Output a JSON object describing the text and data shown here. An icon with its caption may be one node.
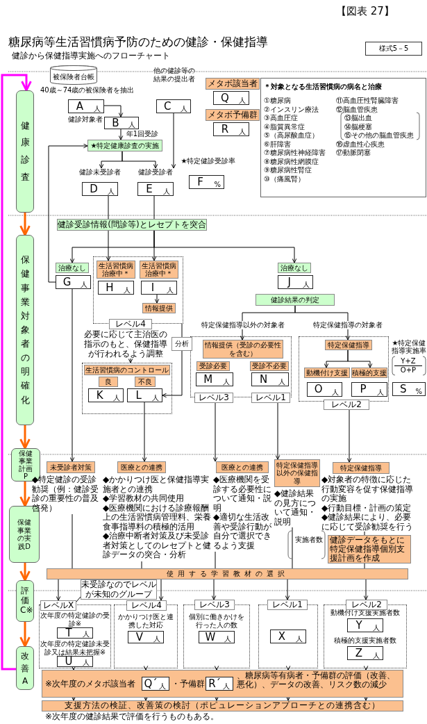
{
  "diagram": {
    "title": "糖尿病等生活習慣病予防のための健診・保健指導",
    "nodes": [
      {
        "text": [
          "様式5－5"
        ]
      },
      {
        "text": [
          "健康診査"
        ]
      },
      {
        "text": [
          "保健事業対象者の明確化"
        ]
      },
      {
        "text": [
          "保健事業計画P"
        ]
      },
      {
        "text": [
          "保健事業の実践D"
        ]
      },
      {
        "text": [
          "評価C※"
        ]
      },
      {
        "text": [
          "改善A"
        ]
      },
      {
        "text": [
          "被保険者台帳"
        ],
        "beside": [
          "40歳～74歳の被保険者を抽出"
        ]
      },
      {
        "text": [
          "他の健診等の結果の提出者",
          "C",
          "人"
        ]
      },
      {
        "text": [
          "メタボ該当者"
        ]
      },
      {
        "text": [
          "Q",
          "人"
        ]
      },
      {
        "text": [
          "メタボ予備群"
        ]
      },
      {
        "text": [
          "R",
          "人"
        ]
      },
      {
        "text": [
          "＊対象となる生活習慣病の病名と治療",
          "①糖尿病",
          "②インスリン療法",
          "③高血圧症",
          "④脂質異常症",
          "⑤（高尿酸血症）",
          "⑥肝障害",
          "⑦糖尿病性神経障害",
          "⑧糖尿病性網膜症",
          "⑨糖尿病性腎症",
          "⑩（痛風腎）",
          "⑪高血圧性腎臓障害",
          "⑫脳血管疾患",
          "⑬脳出血",
          "⑭脳梗塞",
          "⑮その他の脳血管疾患",
          "⑯虚血性心疾患",
          "⑰動脈閉塞"
        ]
      },
      {
        "text": [
          "A",
          "人"
        ]
      },
      {
        "text": [
          "B",
          "人"
        ],
        "beside": [
          "健診対象者"
        ]
      },
      {
        "text": [
          "★特定健康診査の実施"
        ]
      },
      {
        "text": [
          "★特定健診受診率",
          "F",
          "%"
        ]
      },
      {
        "text": [
          "健診未受診者",
          "D",
          "人"
        ]
      },
      {
        "text": [
          "健診受診者",
          "E",
          "人"
        ]
      },
      {
        "text": [
          "健診受診情報(問診等)とレセプトを突合"
        ]
      },
      {
        "text": [
          "治療なし"
        ]
      },
      {
        "text": [
          "G",
          "人"
        ]
      },
      {
        "text": [],
        "shape": "box"
      },
      {
        "text": [
          "生活習慣病治療中＊"
        ],
        "in": 23
      },
      {
        "text": [
          "生活習慣病治療中＊"
        ],
        "in": 23
      },
      {
        "text": [
          "H",
          "人"
        ],
        "in": 23
      },
      {
        "text": [
          "I",
          "人"
        ],
        "in": 23
      },
      {
        "text": [
          "情報提供"
        ],
        "in": 23
      },
      {
        "text": [
          "レベル4"
        ]
      },
      {
        "text": [
          "治療なし"
        ]
      },
      {
        "text": [
          "J",
          "人"
        ]
      },
      {
        "text": [
          "健診結果の判定"
        ]
      },
      {
        "text": [],
        "shape": "box"
      },
      {
        "text": [
          "生活習慣病のコントロール"
        ],
        "in": 33
      },
      {
        "text": [
          "良"
        ],
        "in": 33
      },
      {
        "text": [
          "不良"
        ],
        "in": 33
      },
      {
        "text": [
          "K",
          "人"
        ],
        "in": 33
      },
      {
        "text": [
          "L",
          "人"
        ],
        "in": 33
      },
      {
        "text": [],
        "shape": "box"
      },
      {
        "text": [
          "情報提供（受診の必要性を含む）"
        ],
        "in": 39
      },
      {
        "text": [
          "受診必要"
        ],
        "in": 39
      },
      {
        "text": [
          "受診不必要"
        ],
        "in": 39
      },
      {
        "text": [
          "M",
          "人"
        ],
        "in": 39
      },
      {
        "text": [
          "N",
          "人"
        ],
        "in": 39
      },
      {
        "text": [
          "レベル3"
        ]
      },
      {
        "text": [
          "レベル1"
        ]
      },
      {
        "text": [],
        "shape": "box"
      },
      {
        "text": [
          "特定保健指導"
        ],
        "in": 47
      },
      {
        "text": [
          "動機付け支援"
        ],
        "in": 47
      },
      {
        "text": [
          "積極的支援"
        ],
        "in": 47
      },
      {
        "text": [
          "O",
          "人"
        ],
        "in": 47
      },
      {
        "text": [
          "P",
          "人"
        ],
        "in": 47
      },
      {
        "text": [
          "レベル2"
        ]
      },
      {
        "text": [
          "S",
          "%"
        ]
      },
      {
        "text": [
          "未受診者対策"
        ],
        "beside": [
          "◆特定健診の受診勧奨（例：健診受診の重要性の普及啓発）"
        ]
      },
      {
        "text": [
          "医療との連携"
        ],
        "beside": [
          "◆かかりつけ医と保健指導実施者との連携",
          "◆学習教材の共同使用",
          "◆医療機関における診療報酬上の生活習慣病管理料、栄養食事指導料の積極的活用",
          "◆治療中断者対策及び未受診者対策としてのレセプトと健診データの突合・分析"
        ]
      },
      {
        "text": [
          "医療との連携"
        ],
        "beside": [
          "◆医療機関を受診する必要性について通知・説明",
          "◆適切な生活改善や受診行動が自分で選択できるよう支援"
        ]
      },
      {
        "text": [
          "特定保健指導以外の保健指導"
        ],
        "beside": [
          "◆健診結果の見方について通知・説明"
        ]
      },
      {
        "text": [
          "特定保健指導"
        ],
        "beside": [
          "◆対象者の特徴に応じた行動変容を促す保健指導の実施",
          "◆行動目標・計画の策定",
          "◆健診結果により、必要に応じて受診勧奨を行う"
        ]
      },
      {
        "text": [
          "健診データをもとに特定保健指導個別支援計画を作成"
        ]
      },
      {
        "text": [
          "使用する学習教材の選択"
        ]
      },
      {
        "text": [
          "未受診なのでレベルが未知のグループ"
        ]
      },
      {
        "text": [
          "レベルX"
        ]
      },
      {
        "text": [],
        "shape": "box"
      },
      {
        "text": [
          "次年度の特定健診の受診※",
          "T",
          "人"
        ],
        "in": 64
      },
      {
        "text": [
          "次年度の特定健診未受診又は結果未把握※",
          "U",
          "人"
        ],
        "in": 64
      },
      {
        "text": [
          "レベル4"
        ]
      },
      {
        "text": [],
        "shape": "box"
      },
      {
        "text": [
          "かかりつけ医と連携した対応",
          "V",
          "人"
        ],
        "in": 68
      },
      {
        "text": [
          "レベル3"
        ]
      },
      {
        "text": [],
        "shape": "box"
      },
      {
        "text": [
          "個別に働きかけを行った人の数",
          "W",
          "人"
        ],
        "in": 71
      },
      {
        "text": [
          "レベル1"
        ]
      },
      {
        "text": [],
        "shape": "box"
      },
      {
        "text": [
          "X",
          "人"
        ],
        "in": 74
      },
      {
        "text": [
          "レベル2"
        ]
      },
      {
        "text": [],
        "shape": "box"
      },
      {
        "text": [
          "動機付け支援実施者数",
          "Y",
          "人"
        ],
        "in": 77
      },
      {
        "text": [
          "積極的支援実施者数",
          "Z",
          "人"
        ],
        "in": 77
      },
      {
        "text": [
          "※次年度のメタボ該当者",
          "・予備群",
          "、糖尿病等有病者・予備群の評価（改善、悪化）、データの改善、リスク数の減少"
        ]
      },
      {
        "text": [
          "Q´",
          "人"
        ],
        "in": 80
      },
      {
        "text": [
          "R´",
          "人"
        ],
        "in": 80
      },
      {
        "text": [
          "支援方法の検証、改善策の検討（ポピュレーションアプローチとの連携含む）"
        ]
      }
    ],
    "edges": [
      {
        "from": 1,
        "to": 2,
        "arrow": "to",
        "style": "thick",
        "color": "#ff6600"
      },
      {
        "from": 2,
        "to": 3,
        "arrow": "to",
        "style": "thick",
        "color": "#ff6600"
      },
      {
        "from": 3,
        "to": 4,
        "arrow": "to",
        "style": "thick",
        "color": "#ff6600"
      },
      {
        "from": 4,
        "to": 5,
        "arrow": "to",
        "style": "thick",
        "color": "#ff6600"
      },
      {
        "from": 5,
        "to": 6,
        "arrow": "to",
        "style": "thick",
        "color": "#ff6600"
      },
      {
        "from": 6,
        "to": 1,
        "arrow": "to",
        "style": "thick",
        "color": "#ff00ff"
      },
      {
        "from": 14,
        "to": 15,
        "arrow": "to"
      },
      {
        "from": 15,
        "to": 16,
        "arrow": "to",
        "label": "年1回受診"
      },
      {
        "from": 22,
        "to": 16,
        "arrow": "to"
      },
      {
        "from": 16,
        "to": 18,
        "arrow": "to"
      },
      {
        "from": 16,
        "to": 19,
        "arrow": "to"
      },
      {
        "from": 8,
        "to": 19,
        "arrow": "to"
      },
      {
        "from": 18,
        "to": 20,
        "arrow": "none"
      },
      {
        "from": 19,
        "to": 20,
        "arrow": "none"
      },
      {
        "from": 20,
        "to": 21,
        "arrow": "to"
      },
      {
        "from": 20,
        "to": 24,
        "arrow": "to"
      },
      {
        "from": 20,
        "to": 25,
        "arrow": "to"
      },
      {
        "from": 20,
        "to": 30,
        "arrow": "to"
      },
      {
        "from": 27,
        "to": 28,
        "arrow": "to"
      },
      {
        "from": 29,
        "to": 33,
        "arrow": "to",
        "label": "必要に応じて主治医の指示のもと、保健指導が行われるよう調整"
      },
      {
        "from": 23,
        "to": 38,
        "arrow": "to",
        "label": "分析"
      },
      {
        "from": 32,
        "to": 40,
        "arrow": "to",
        "label": "特定保健指導以外の対象者"
      },
      {
        "from": 32,
        "to": 48,
        "arrow": "to",
        "label": "特定保健指導の対象者"
      },
      {
        "from": 48,
        "to": 49,
        "arrow": "to"
      },
      {
        "from": 48,
        "to": 50,
        "arrow": "to"
      },
      {
        "from": 22,
        "to": 55,
        "arrow": "to"
      },
      {
        "from": 38,
        "to": 56,
        "arrow": "to"
      },
      {
        "from": 45,
        "to": 57,
        "arrow": "to"
      },
      {
        "from": 46,
        "to": 58,
        "arrow": "to"
      },
      {
        "from": 53,
        "to": 59,
        "arrow": "to"
      },
      {
        "from": 55,
        "to": 61,
        "arrow": "none"
      },
      {
        "from": 56,
        "to": 61,
        "arrow": "none"
      },
      {
        "from": 57,
        "to": 61,
        "arrow": "none"
      },
      {
        "from": 58,
        "to": 61,
        "arrow": "none"
      },
      {
        "from": 59,
        "to": 60,
        "arrow": "none"
      },
      {
        "from": 60,
        "to": 61,
        "arrow": "none"
      },
      {
        "from": 61,
        "to": 63,
        "arrow": "to"
      },
      {
        "from": 61,
        "to": 67,
        "arrow": "to"
      },
      {
        "from": 61,
        "to": 70,
        "arrow": "to"
      },
      {
        "from": 61,
        "to": 73,
        "arrow": "to"
      },
      {
        "from": 61,
        "to": 76,
        "arrow": "to"
      },
      {
        "from": 62,
        "to": 63,
        "arrow": "none"
      },
      {
        "from": 64,
        "to": 80,
        "arrow": "to"
      },
      {
        "from": 68,
        "to": 80,
        "arrow": "to"
      },
      {
        "from": 71,
        "to": 80,
        "arrow": "to"
      },
      {
        "from": 74,
        "to": 80,
        "arrow": "to"
      },
      {
        "from": 77,
        "to": 80,
        "arrow": "to"
      },
      {
        "from": 80,
        "to": 83,
        "arrow": "to"
      },
      {
        "from": 80,
        "to": 83,
        "arrow": "to"
      },
      {
        "from": 80,
        "to": 83,
        "arrow": "to"
      },
      {
        "from": 80,
        "to": 83,
        "arrow": "to"
      },
      {
        "from": 80,
        "to": 83,
        "arrow": "to"
      }
    ],
    "labels": [
      "【図表 27】",
      "健診から保健指導実施へのフローチャート",
      "★特定保健指導実施率",
      "Y+Z",
      "O+P",
      "実施者数",
      "※次年度の健診結果で評価を行うものもある。"
    ]
  }
}
